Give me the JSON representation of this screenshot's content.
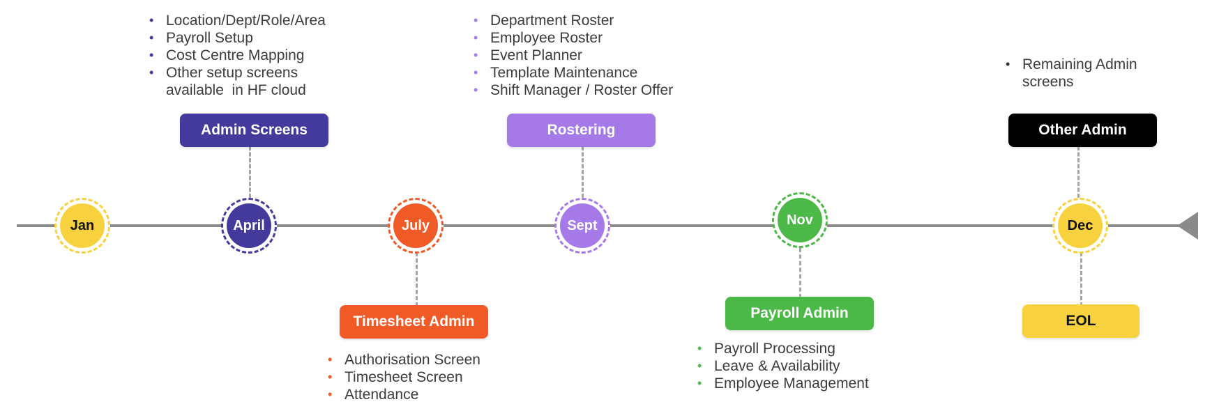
{
  "milestones": [
    {
      "label": "Jan",
      "fill": "#f7d23e",
      "ring": "#f7d23e",
      "text_color": "#111111"
    },
    {
      "label": "April",
      "fill": "#433a9c",
      "ring": "#433a9c",
      "text_color": "#ffffff"
    },
    {
      "label": "July",
      "fill": "#ef5a27",
      "ring": "#ef5a27",
      "text_color": "#ffffff"
    },
    {
      "label": "Sept",
      "fill": "#a579e8",
      "ring": "#a579e8",
      "text_color": "#ffffff"
    },
    {
      "label": "Nov",
      "fill": "#4cb848",
      "ring": "#4cb848",
      "text_color": "#ffffff"
    },
    {
      "label": "Dec",
      "fill": "#f7d23e",
      "ring": "#f7d23e",
      "text_color": "#111111"
    }
  ],
  "phases": [
    {
      "label": "Admin Screens",
      "color": "#433a9c",
      "text_color": "#ffffff",
      "bullet_color": "#433a9c",
      "items": [
        "Location/Dept/Role/Area",
        "Payroll Setup",
        "Cost Centre Mapping",
        "Other setup screens",
        "available  in HF cloud"
      ]
    },
    {
      "label": "Timesheet Admin",
      "color": "#ef5a27",
      "text_color": "#ffffff",
      "bullet_color": "#ef5a27",
      "items": [
        "Authorisation Screen",
        "Timesheet Screen",
        "Attendance"
      ]
    },
    {
      "label": "Rostering",
      "color": "#a579e8",
      "text_color": "#ffffff",
      "bullet_color": "#a579e8",
      "items": [
        "Department Roster",
        "Employee Roster",
        "Event Planner",
        "Template Maintenance",
        "Shift Manager / Roster Offer"
      ]
    },
    {
      "label": "Payroll Admin",
      "color": "#4cb848",
      "text_color": "#ffffff",
      "bullet_color": "#4cb848",
      "items": [
        "Payroll Processing",
        "Leave & Availability",
        "Employee Management"
      ]
    },
    {
      "label": "Other Admin",
      "color": "#000000",
      "text_color": "#ffffff",
      "bullet_color": "#333333",
      "items": [
        "Remaining Admin",
        "screens"
      ]
    },
    {
      "label": "EOL",
      "color": "#f7d23e",
      "text_color": "#111111",
      "items": []
    }
  ],
  "bullet_glyph": "•"
}
